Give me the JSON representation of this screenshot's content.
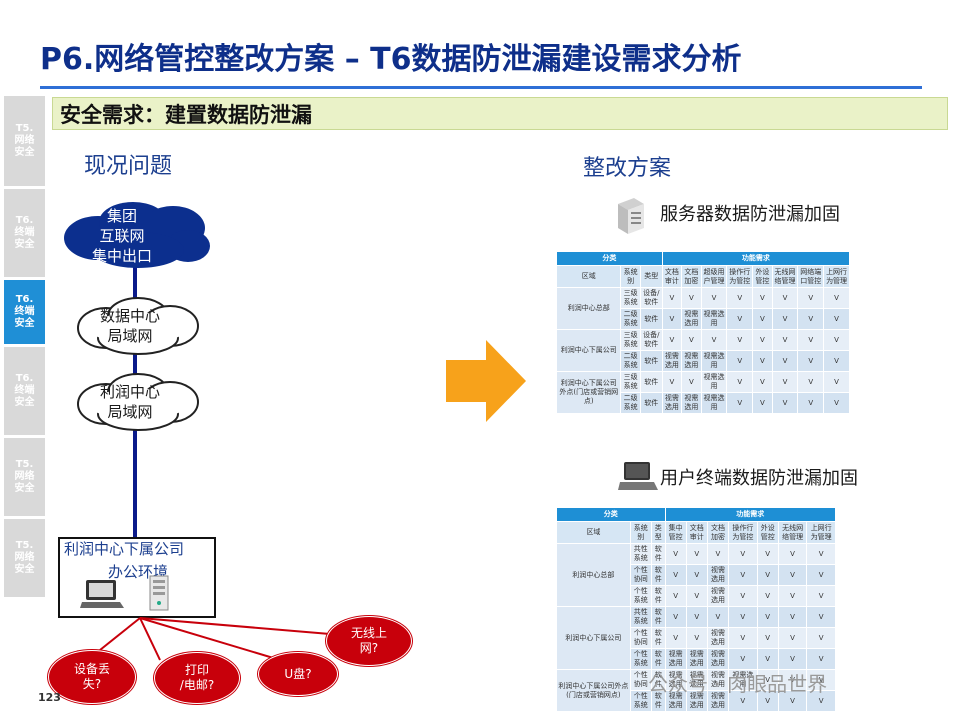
{
  "title": "P6.网络管控整改方案 – T6数据防泄漏建设需求分析",
  "banner": "安全需求：建置数据防泄漏",
  "sidebar_tabs": [
    "T5.\n网络\n安全",
    "T6.\n终端\n安全",
    "T6.\n终端\n安全",
    "T6.\n终端\n安全",
    "T5.\n网络\n安全",
    "T5.\n网络\n安全"
  ],
  "left_heading": "现况问题",
  "right_heading": "整改方案",
  "clouds": {
    "group": "集团\n互联网\n集中出口",
    "dc": "数据中心\n局域网",
    "lr": "利润中心\n局域网"
  },
  "office": {
    "line1": "利润中心下属公司",
    "line2": "办公环境"
  },
  "risks": [
    "设备丢\n失?",
    "打印\n/电邮?",
    "U盘?",
    "无线上\n网?"
  ],
  "server_label": "服务器数据防泄漏加固",
  "terminal_label": "用户终端数据防泄漏加固",
  "table1": {
    "group_headers": [
      "分类",
      "功能需求"
    ],
    "headers": [
      "区域",
      "系统别",
      "类型",
      "文档审计",
      "文档加密",
      "超级用户管理",
      "操作行为管控",
      "外设管控",
      "无线网络管理",
      "网络端口管控",
      "上网行为管理"
    ],
    "rows": [
      [
        "利润中心总部",
        "三级系统",
        "设备/软件",
        "V",
        "V",
        "V",
        "V",
        "V",
        "V",
        "V",
        "V"
      ],
      [
        "",
        "二级系统",
        "软件",
        "V",
        "视需选用",
        "视需选用",
        "V",
        "V",
        "V",
        "V",
        "V"
      ],
      [
        "利润中心下属公司",
        "三级系统",
        "设备/软件",
        "V",
        "V",
        "V",
        "V",
        "V",
        "V",
        "V",
        "V"
      ],
      [
        "",
        "二级系统",
        "软件",
        "视需选用",
        "视需选用",
        "视需选用",
        "V",
        "V",
        "V",
        "V",
        "V"
      ],
      [
        "利润中心下属公司外点(门店或营销网点)",
        "三级系统",
        "软件",
        "V",
        "V",
        "视需选用",
        "V",
        "V",
        "V",
        "V",
        "V"
      ],
      [
        "",
        "二级系统",
        "软件",
        "视需选用",
        "视需选用",
        "视需选用",
        "V",
        "V",
        "V",
        "V",
        "V"
      ]
    ]
  },
  "table2": {
    "group_headers": [
      "分类",
      "功能需求"
    ],
    "headers": [
      "区域",
      "系统别",
      "类型",
      "集中管控",
      "文档审计",
      "文档加密",
      "操作行为管控",
      "外设管控",
      "无线网络管理",
      "上网行为管理"
    ],
    "rows": [
      [
        "利润中心总部",
        "共性系统",
        "软件",
        "V",
        "V",
        "V",
        "V",
        "V",
        "V",
        "V"
      ],
      [
        "",
        "个性协同",
        "软件",
        "V",
        "V",
        "视需选用",
        "V",
        "V",
        "V",
        "V"
      ],
      [
        "",
        "个性系统",
        "软件",
        "V",
        "V",
        "视需选用",
        "V",
        "V",
        "V",
        "V"
      ],
      [
        "利润中心下属公司",
        "共性系统",
        "软件",
        "V",
        "V",
        "V",
        "V",
        "V",
        "V",
        "V"
      ],
      [
        "",
        "个性协同",
        "软件",
        "V",
        "V",
        "视需选用",
        "V",
        "V",
        "V",
        "V"
      ],
      [
        "",
        "个性系统",
        "软件",
        "视需选用",
        "视需选用",
        "视需选用",
        "V",
        "V",
        "V",
        "V"
      ],
      [
        "利润中心下属公司外点(门店或营销网点)",
        "个性协同",
        "软件",
        "视需选用",
        "视需选用",
        "视需选用",
        "视需选用",
        "V",
        "V",
        "V"
      ],
      [
        "",
        "个性系统",
        "软件",
        "视需选用",
        "视需选用",
        "视需选用",
        "V",
        "V",
        "V",
        "V"
      ]
    ]
  },
  "page_number": "123",
  "watermark": "公众号 · 肉眼品世界",
  "colors": {
    "title": "#0e2f8a",
    "accent": "#1f8fd6",
    "risk": "#c8000b",
    "arrow": "#f7a21b",
    "line": "#0a1a8a",
    "cloud_dark": "#0c2f8e"
  }
}
